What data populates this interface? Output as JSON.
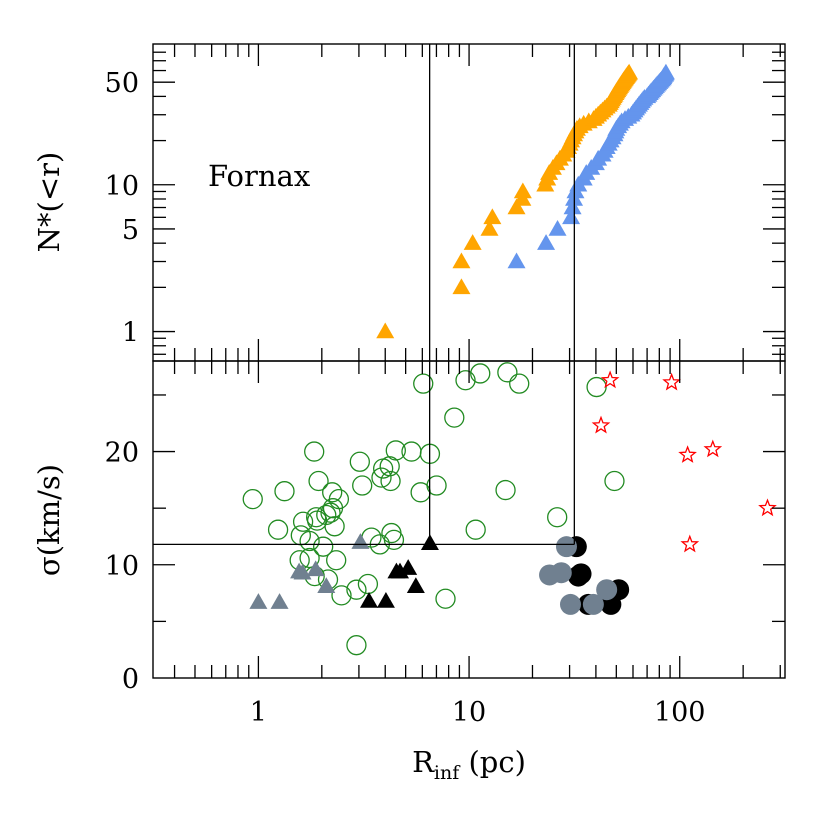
{
  "chart_data": [
    {
      "panel": "top",
      "type": "scatter",
      "annotation": "Fornax",
      "xlabel": "R_inf (pc)",
      "ylabel": "N*(<r)",
      "xscale": "log",
      "yscale": "log",
      "xlim": [
        0.316,
        316
      ],
      "ylim": [
        0.63,
        91
      ],
      "x_ticks": [
        "1",
        "10",
        "100"
      ],
      "y_ticks": [
        "1",
        "5",
        "10",
        "50"
      ],
      "grid": false,
      "reference_lines": {
        "vertical_x": [
          6.5,
          31.6
        ]
      },
      "series": [
        {
          "marker": "filled-triangle",
          "color": "#FFA500",
          "x": [
            4.0,
            9.2,
            9.2,
            10.4,
            12.5,
            12.9,
            16.8,
            17.9,
            18.0,
            23,
            23.5,
            24,
            25,
            26,
            27,
            28,
            29,
            29.5,
            30,
            30.5,
            31,
            31.5,
            32,
            32.5,
            33.5,
            35,
            37,
            39,
            40,
            41,
            42,
            43,
            44,
            45,
            46,
            46.5,
            47,
            47.5,
            48,
            48.5,
            49,
            49.5,
            50,
            50.5,
            51,
            51.5,
            52,
            52.5,
            53,
            53.5,
            54,
            54.5,
            55,
            55.5,
            56,
            56.5,
            57,
            57.5
          ],
          "y": [
            1,
            2,
            3,
            4,
            5,
            6,
            7,
            8,
            9,
            10,
            11,
            12,
            13,
            14,
            15,
            16,
            17,
            18,
            19,
            20,
            21,
            22,
            23,
            24,
            25,
            26,
            27,
            28,
            29,
            30,
            31,
            32,
            33,
            34,
            35,
            36,
            37,
            38,
            39,
            40,
            41,
            42,
            43,
            44,
            45,
            46,
            47,
            48,
            49,
            50,
            51,
            52,
            53,
            54,
            55,
            56,
            57,
            58
          ]
        },
        {
          "marker": "filled-triangle",
          "color": "#6495ED",
          "x": [
            16.8,
            23.2,
            26.3,
            30.5,
            31,
            31.5,
            32,
            33,
            35,
            36,
            38,
            40,
            41,
            43,
            44,
            45,
            46,
            47,
            48,
            49,
            49.5,
            50,
            51,
            52,
            53,
            55,
            57,
            59,
            60,
            61,
            62,
            63,
            64,
            65,
            66,
            67,
            68,
            70,
            71,
            72,
            73,
            74,
            75,
            76,
            77,
            78,
            79,
            80,
            81,
            82,
            83,
            83.5,
            84,
            85,
            85.5,
            86
          ],
          "y": [
            3,
            4,
            5,
            6,
            7,
            8,
            9,
            10,
            11,
            12,
            13,
            14,
            15,
            16,
            17,
            18,
            19,
            20,
            21,
            22,
            23,
            24,
            25,
            26,
            27,
            28,
            29,
            30,
            31,
            32,
            33,
            34,
            35,
            36,
            37,
            38,
            39,
            40,
            41,
            42,
            43,
            44,
            45,
            46,
            47,
            48,
            49,
            50,
            51,
            52,
            53,
            54,
            55,
            56,
            57,
            58
          ]
        }
      ]
    },
    {
      "panel": "bottom",
      "type": "scatter",
      "xlabel": "R_inf (pc)",
      "ylabel": "σ(km/s)",
      "xscale": "log",
      "yscale": "linear",
      "xlim": [
        0.316,
        316
      ],
      "ylim": [
        0,
        28
      ],
      "x_ticks": [
        "1",
        "10",
        "100"
      ],
      "y_ticks": [
        "0",
        "10",
        "20"
      ],
      "grid": false,
      "reference_lines": {
        "vertical_x": [
          6.5,
          31.6
        ],
        "horizontal_y": 11.8
      },
      "series": [
        {
          "marker": "open-circle",
          "color": "#228B22",
          "x": [
            0.94,
            1.33,
            1.24,
            1.84,
            1.93,
            2.24,
            2.41,
            2.26,
            2.2,
            2.1,
            1.63,
            1.88,
            1.9,
            2.3,
            1.59,
            1.75,
            2.03,
            1.75,
            1.57,
            2.34,
            1.85,
            2.14,
            2.48,
            2.92,
            3.31,
            2.92,
            3.03,
            3.11,
            3.44,
            3.77,
            3.91,
            4.2,
            3.84,
            4.24,
            4.28,
            4.4,
            4.49,
            5.33,
            5.89,
            6.52,
            7.01,
            6.06,
            7.73,
            8.51,
            9.62,
            11.3,
            15.2,
            17.3,
            14.9,
            10.75,
            26.2,
            40.3,
            49
          ],
          "y": [
            15.8,
            16.5,
            13.1,
            20.0,
            17.4,
            16.4,
            15.8,
            15.0,
            14.6,
            14.4,
            13.8,
            14.2,
            13.9,
            13.4,
            12.6,
            12.1,
            11.6,
            10.6,
            10.4,
            10.4,
            9.0,
            8.7,
            7.3,
            7.8,
            8.3,
            2.9,
            19.1,
            17.0,
            12.4,
            11.8,
            18.5,
            18.7,
            17.7,
            17.4,
            12.8,
            12.2,
            20.1,
            20.0,
            16.4,
            19.8,
            17.0,
            26.0,
            7.0,
            23.0,
            26.3,
            26.9,
            27.0,
            26.0,
            16.6,
            13.1,
            14.2,
            25.7,
            17.4
          ]
        },
        {
          "marker": "open-star",
          "color": "#FF0000",
          "x": [
            46.7,
            91.5,
            42.3,
            109,
            143.5,
            261,
            111.6
          ],
          "y": [
            26.3,
            26.1,
            22.3,
            19.7,
            20.2,
            15.0,
            11.8
          ]
        },
        {
          "marker": "filled-circle",
          "color": "#000000",
          "x": [
            32.3,
            34,
            33,
            51.3,
            36.8,
            47.1
          ],
          "y": [
            11.6,
            9.2,
            9.0,
            7.8,
            6.5,
            6.5
          ]
        },
        {
          "marker": "filled-circle",
          "color": "#708090",
          "x": [
            29,
            24.1,
            27.4,
            45,
            30.3,
            38.9
          ],
          "y": [
            11.6,
            9.1,
            9.3,
            7.8,
            6.5,
            6.5
          ]
        },
        {
          "marker": "filled-triangle",
          "color": "#708090",
          "x": [
            1.0,
            1.26,
            1.56,
            1.62,
            1.87,
            2.1,
            3.05
          ],
          "y": [
            6.7,
            6.7,
            9.4,
            9.3,
            9.6,
            8.1,
            12.0
          ]
        },
        {
          "marker": "filled-triangle",
          "color": "#000000",
          "x": [
            6.52,
            4.52,
            4.7,
            5.14,
            5.59,
            3.35,
            4.03
          ],
          "y": [
            11.9,
            9.4,
            9.4,
            9.7,
            8.1,
            6.8,
            6.8
          ]
        }
      ]
    }
  ]
}
